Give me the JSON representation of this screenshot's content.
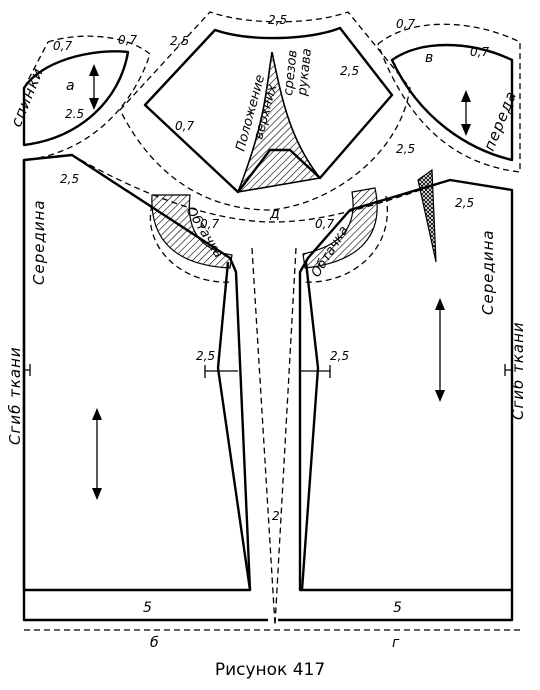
{
  "caption": "Рисунок 417",
  "words": {
    "spinki": "спинки",
    "pereda": "переда",
    "seredina": "Середина",
    "sgib_tkani": "Сгиб ткани",
    "polozhenie": "Положение",
    "verhnih": "верхних",
    "srezov": "срезов",
    "rukava": "рукава",
    "obtachka": "Обтачка"
  },
  "letters": {
    "a": "а",
    "b": "б",
    "v": "в",
    "g": "г",
    "d": "д"
  },
  "measures": {
    "m07": "0,7",
    "m25": "2,5",
    "m25dot": "2.5",
    "m5": "5",
    "m2": "2"
  }
}
